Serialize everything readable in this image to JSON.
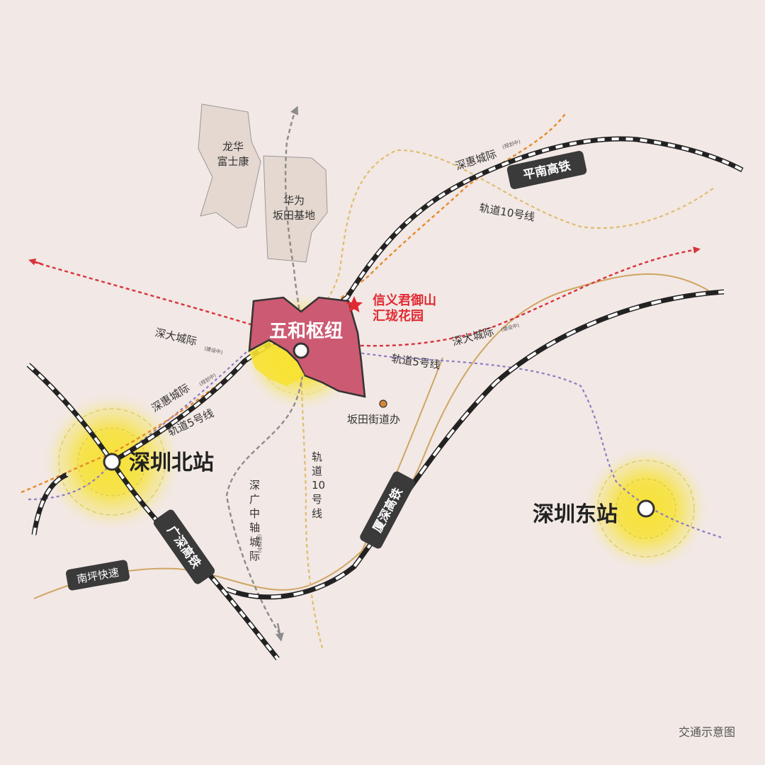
{
  "areas": {
    "longhua_foxconn": [
      "龙华",
      "富士康"
    ],
    "huawei_bantian": [
      "华为",
      "坂田基地"
    ]
  },
  "hub": {
    "label": "五和枢纽"
  },
  "project": {
    "label": [
      "信义君御山",
      "汇珑花园"
    ]
  },
  "stations": {
    "north": "深圳北站",
    "east": "深圳东站"
  },
  "poi": {
    "bantian_office": "坂田街道办"
  },
  "lines": {
    "shenhui_intercity": "深惠城际",
    "shenhui_note": "(规划中)",
    "shenda_intercity": "深大城际",
    "shenda_note": "(建设中)",
    "metro10": "轨道10号线",
    "metro10_vertical": "轨\n道\n10\n号\n线",
    "metro5": "轨道5号线",
    "shenguang_axis": "深\n广\n中\n轴\n城\n际",
    "shenguang_note": "(规划中)",
    "pingnan_hsr": "平南高铁",
    "guangshen_hsr": "广深高铁",
    "xiashen_hsr": "厦深高铁",
    "nanping_expressway": "南坪快速"
  },
  "footer": {
    "caption": "交通示意图"
  },
  "colors": {
    "background": "#f2e8e5",
    "hub_fill": "#cc5a72",
    "station_glow": "#f7e234",
    "star": "#e02a32",
    "project_text": "#e02a32",
    "shenda_line": "#d8333c",
    "shenhui_line": "#e88a2a",
    "metro10_line": "#dfbd6e",
    "metro5_line": "#8c7cc4",
    "axis_line": "#8c8c8c",
    "road_line": "#cfa663",
    "rail_dark": "#222222",
    "badge_bg": "#3a3a3a",
    "area_fill": "#e5d8d0"
  }
}
